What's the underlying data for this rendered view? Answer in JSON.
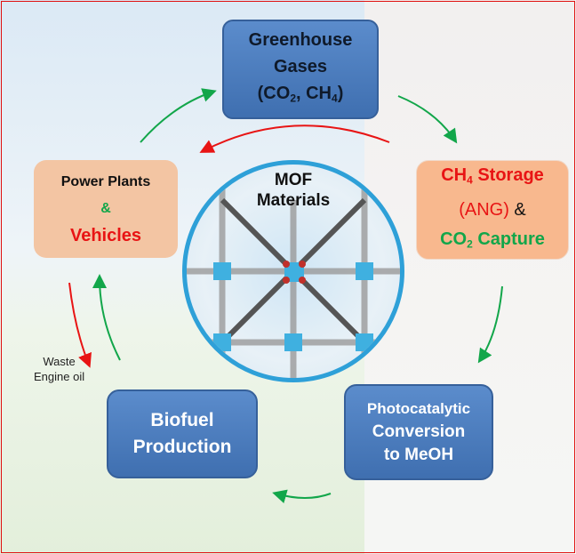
{
  "center": {
    "line1": "MOF",
    "line2": "Materials"
  },
  "greenhouse": {
    "line1": "Greenhouse",
    "line2": "Gases",
    "formula_a": "(CO",
    "sub_a": "2",
    "formula_b": ", CH",
    "sub_b": "4",
    "formula_c": ")"
  },
  "power": {
    "line1": "Power Plants",
    "amp": "&",
    "line3": "Vehicles"
  },
  "storage": {
    "ch": "CH",
    "ch_sub": "4",
    "storage": " Storage",
    "ang": "(ANG)",
    "amp": " &",
    "co": "CO",
    "co_sub": "2",
    "capture": " Capture"
  },
  "photo": {
    "line1": "Photocatalytic",
    "line2": "Conversion",
    "line3": "to MeOH"
  },
  "biofuel": {
    "line1": "Biofuel",
    "line2": "Production"
  },
  "waste": {
    "line1": "Waste",
    "line2": "Engine oil"
  },
  "colors": {
    "red": "#e81414",
    "green": "#12a64a",
    "blue": "#4a7cbf",
    "ring": "#2ea0d8"
  }
}
